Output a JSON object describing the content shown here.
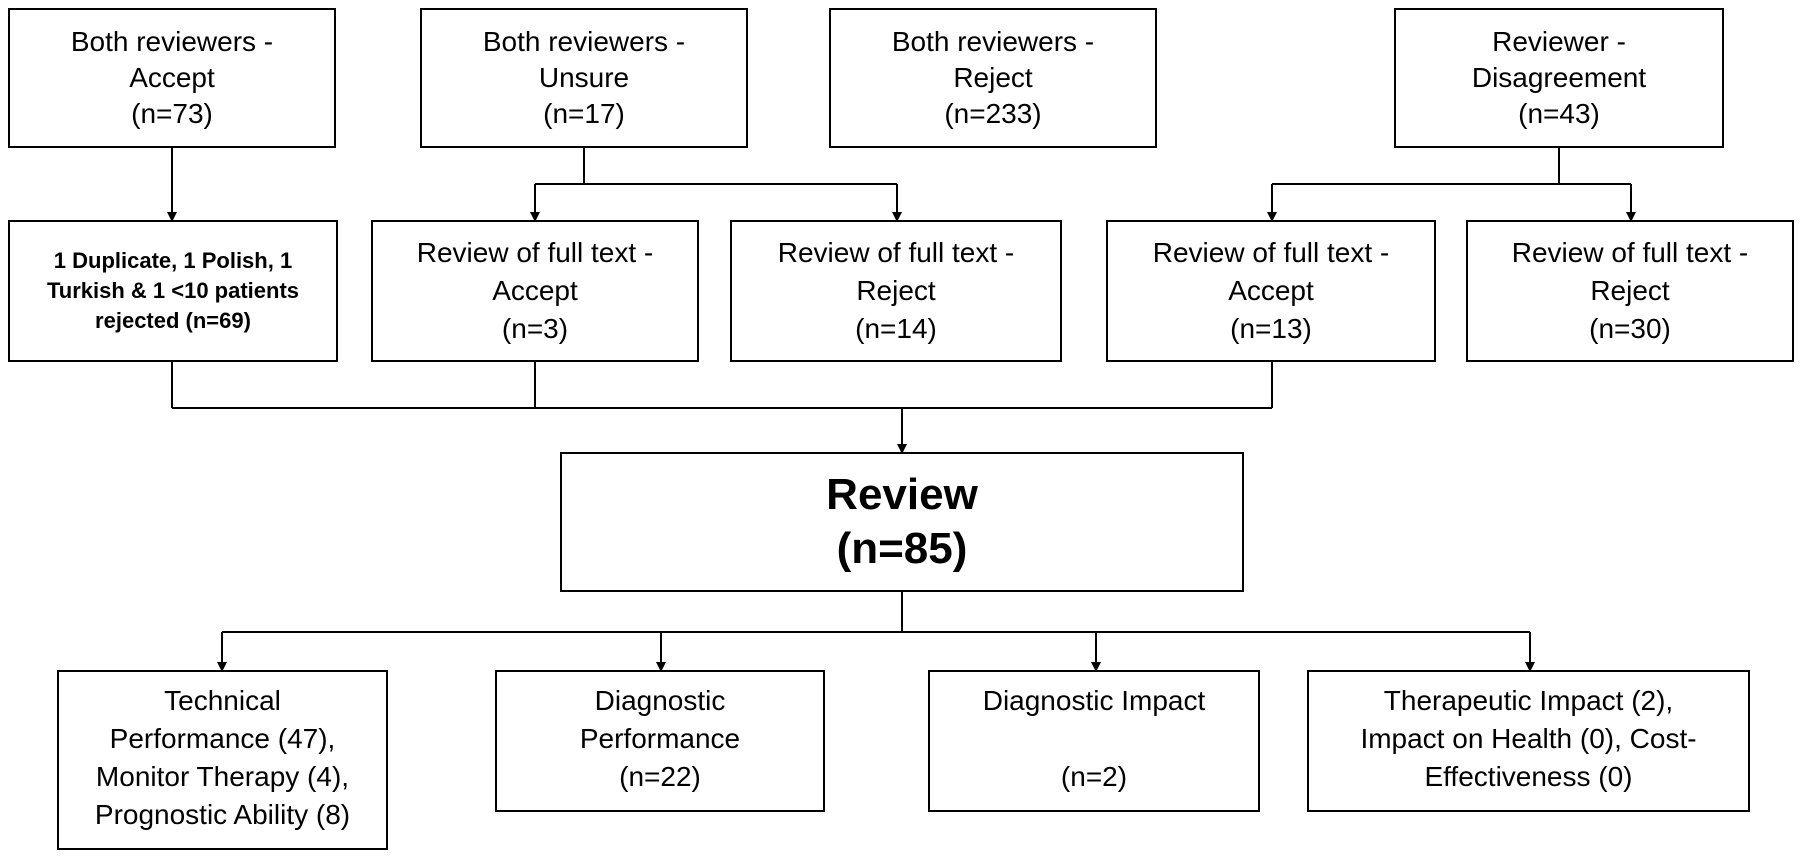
{
  "top_row": [
    {
      "lines": [
        "Both reviewers -",
        "Accept",
        "(n=73)"
      ]
    },
    {
      "lines": [
        "Both reviewers -",
        "Unsure",
        "(n=17)"
      ]
    },
    {
      "lines": [
        "Both reviewers -",
        "Reject",
        "(n=233)"
      ]
    },
    {
      "lines": [
        "Reviewer -",
        "Disagreement",
        "(n=43)"
      ]
    }
  ],
  "middle_row": [
    {
      "lines": [
        "1 Duplicate, 1 Polish, 1",
        "Turkish & 1 <10 patients",
        "rejected (n=69)"
      ]
    },
    {
      "lines": [
        "Review of full text -",
        "Accept",
        "(n=3)"
      ]
    },
    {
      "lines": [
        "Review of full text -",
        "Reject",
        "(n=14)"
      ]
    },
    {
      "lines": [
        "Review of full text -",
        "Accept",
        "(n=13)"
      ]
    },
    {
      "lines": [
        "Review of full text -",
        "Reject",
        "(n=30)"
      ]
    }
  ],
  "review": {
    "lines": [
      "Review",
      "(n=85)"
    ]
  },
  "bottom_row": [
    {
      "lines": [
        "Technical",
        "Performance (47),",
        "Monitor Therapy (4),",
        "Prognostic Ability (8)"
      ]
    },
    {
      "lines": [
        "Diagnostic",
        "Performance",
        "(n=22)"
      ]
    },
    {
      "lines": [
        "Diagnostic Impact",
        "",
        "(n=2)"
      ]
    },
    {
      "lines": [
        "Therapeutic Impact (2),",
        "Impact on Health (0), Cost-",
        "Effectiveness (0)"
      ]
    }
  ]
}
